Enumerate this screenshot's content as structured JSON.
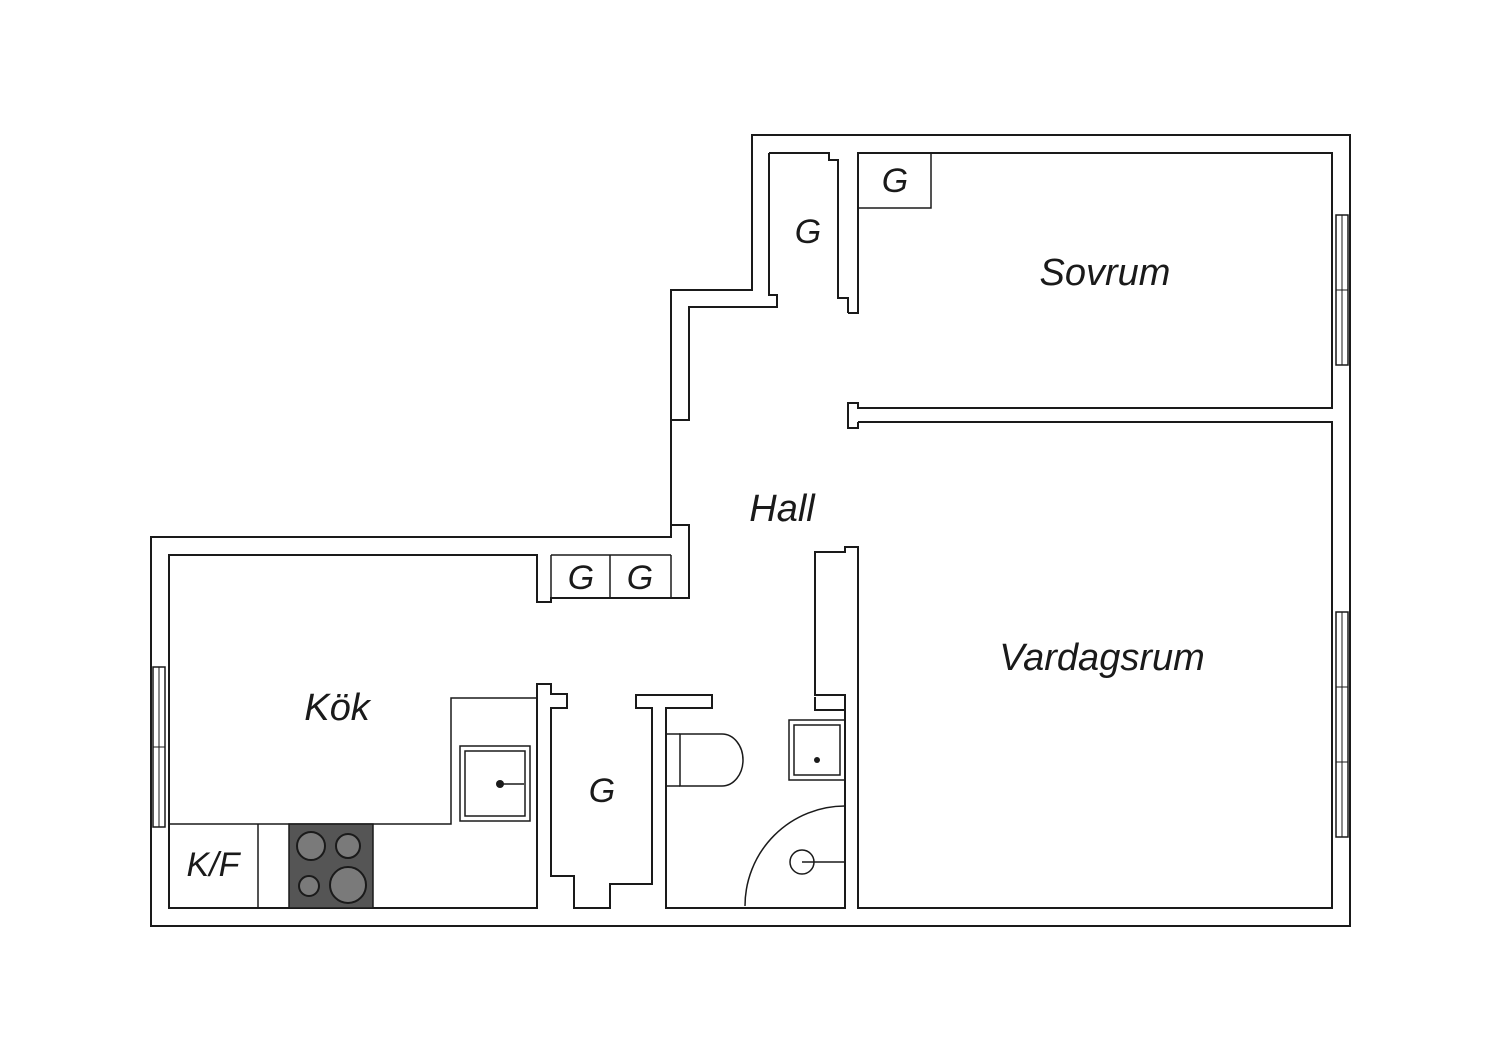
{
  "plan": {
    "colors": {
      "background": "#ffffff",
      "line": "#1a1a1a",
      "stove": "#555555"
    },
    "rooms": {
      "sovrum": "Sovrum",
      "vardagsrum": "Vardagsrum",
      "hall": "Hall",
      "kok": "Kök"
    },
    "closets": {
      "hall_top": "G",
      "sovrum": "G",
      "kok_left": "G",
      "kok_right": "G",
      "center": "G"
    },
    "appliances": {
      "fridge_freezer": "K/F"
    }
  }
}
